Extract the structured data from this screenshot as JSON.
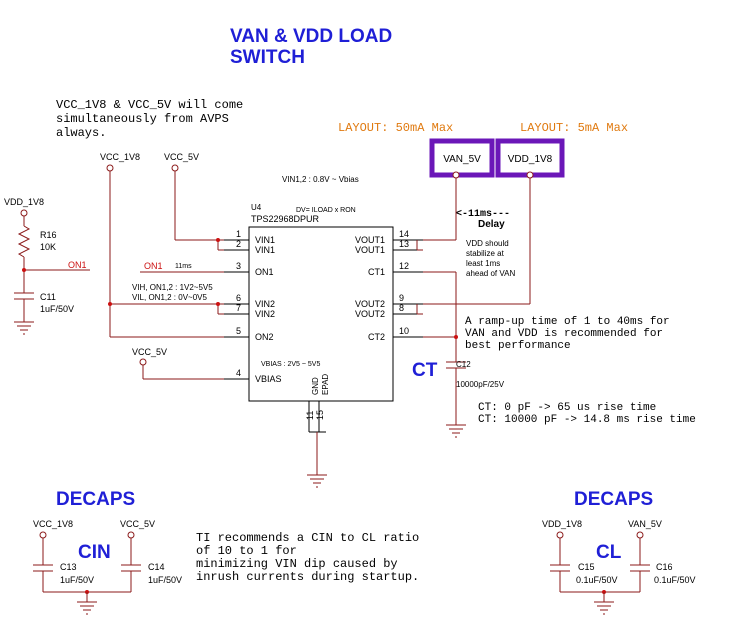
{
  "title_line1": "VAN & VDD LOAD",
  "title_line2": "SWITCH",
  "note_vcc": [
    "VCC_1V8 & VCC_5V will come",
    "simultaneously from AVPS",
    "always."
  ],
  "layout_left": "LAYOUT: 50mA Max",
  "layout_right": "LAYOUT: 5mA Max",
  "port_van": "VAN_5V",
  "port_vdd": "VDD_1V8",
  "vin_range": "VIN1,2 : 0.8V ~ Vbias",
  "ic": {
    "ref": "U4",
    "part": "TPS22968DPUR",
    "dv_note": "DV= ILOAD x  RON",
    "pins_left": [
      {
        "num": "1",
        "name": "VIN1"
      },
      {
        "num": "2",
        "name": "VIN1"
      },
      {
        "num": "3",
        "name": "ON1"
      },
      {
        "num": "6",
        "name": "VIN2"
      },
      {
        "num": "7",
        "name": "VIN2"
      },
      {
        "num": "5",
        "name": "ON2"
      },
      {
        "num": "4",
        "name": "VBIAS"
      }
    ],
    "pins_right": [
      {
        "num": "14",
        "name": "VOUT1"
      },
      {
        "num": "13",
        "name": "VOUT1"
      },
      {
        "num": "12",
        "name": "CT1"
      },
      {
        "num": "9",
        "name": "VOUT2"
      },
      {
        "num": "8",
        "name": "VOUT2"
      },
      {
        "num": "10",
        "name": "CT2"
      }
    ],
    "bottom_pins": [
      {
        "num": "11",
        "name": "GND"
      },
      {
        "num": "15",
        "name": "EPAD"
      }
    ],
    "vbias_range": "VBIAS : 2V5 ~ 5V5"
  },
  "net_vcc_1v8": "VCC_1V8",
  "net_vcc_5v": "VCC_5V",
  "net_vcc_5v_bias": "VCC_5V",
  "net_vdd_1v8": "VDD_1V8",
  "r16": {
    "ref": "R16",
    "value": "10K"
  },
  "c11": {
    "ref": "C11",
    "value": "1uF/50V"
  },
  "on1_label": "ON1",
  "on1_label2": "ON1",
  "on1_delay": "11ms",
  "vih_note": "VIH, ON1,2 : 1V2~5V5",
  "vil_note": "VIL, ON1,2 : 0V~0V5",
  "delay_arrow": "<-11ms---",
  "delay_word": "Delay",
  "vdd_stabilize": [
    "VDD should",
    "stabilize at",
    "least 1ms",
    "ahead of VAN"
  ],
  "ramp_note": [
    "A ramp-up time of 1 to 40ms for",
    "VAN and VDD is recommended for",
    "best performance"
  ],
  "ct_label": "CT",
  "c12": {
    "ref": "C12",
    "value": "10000pF/25V"
  },
  "ct_notes": [
    "CT: 0 pF -> 65 us rise time",
    "CT: 10000 pF -> 14.8 ms rise time"
  ],
  "decaps_left": {
    "heading": "DECAPS",
    "net1": "VCC_1V8",
    "net2": "VCC_5V",
    "group": "CIN",
    "c_a": {
      "ref": "C13",
      "value": "1uF/50V"
    },
    "c_b": {
      "ref": "C14",
      "value": "1uF/50V"
    }
  },
  "ti_note": [
    "TI recommends a CIN to CL ratio",
    "of 10 to 1 for",
    "minimizing VIN dip caused by",
    "inrush currents during startup."
  ],
  "decaps_right": {
    "heading": "DECAPS",
    "net1": "VDD_1V8",
    "net2": "VAN_5V",
    "group": "CL",
    "c_a": {
      "ref": "C15",
      "value": "0.1uF/50V"
    },
    "c_b": {
      "ref": "C16",
      "value": "0.1uF/50V"
    }
  }
}
